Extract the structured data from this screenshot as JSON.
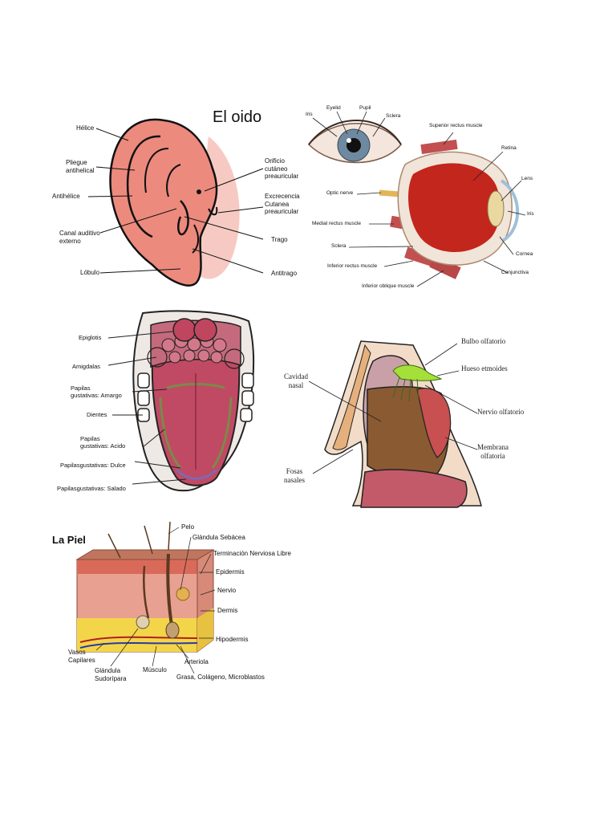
{
  "ear": {
    "title": "El oido",
    "labels": {
      "helice": "Hélice",
      "pliegue": "Pliegue\nantihelical",
      "antihelice": "Antihélice",
      "canal": "Canal auditivo\nexterno",
      "lobulo": "Lóbulo",
      "orificio": "Orificio\ncutáneo\npreauricular",
      "excrecencia": "Excrecencia\nCutanea\npreauricular",
      "trago": "Trago",
      "antitrago": "Antitrago"
    }
  },
  "eye": {
    "labels": {
      "iris_top": "Iris",
      "eyelid": "Eyelid",
      "pupil": "Pupil",
      "sclera_top": "Sclera",
      "superior_rectus": "Superior rectus muscle",
      "retina": "Retina",
      "lens": "Lens",
      "iris_right": "Iris",
      "optic_nerve": "Optic nerve",
      "medial_rectus": "Medial rectus muscle",
      "sclera": "Sclera",
      "cornea": "Cornea",
      "inferior_rectus": "Inferior rectus muscle",
      "conjunctiva": "Conjunctiva",
      "inferior_oblique": "Inferior oblique muscle"
    }
  },
  "tongue": {
    "labels": {
      "epiglotis": "Epiglotis",
      "amigdalas": "Amigdalas",
      "amargo": "Papilas\ngustativas: Amargo",
      "dientes": "Dientes",
      "acido": "Papilas\ngustativas: Acido",
      "dulce": "Papilasgustativas: Dulce",
      "salado": "Papilasgustativas: Salado"
    }
  },
  "nose": {
    "labels": {
      "cavidad": "Cavidad\nnasal",
      "bulbo": "Bulbo olfatorio",
      "hueso": "Hueso etmoides",
      "nervio": "Nervio olfatorio",
      "membrana": "Membrana\nolfatoria",
      "fosas": "Fosas\nnasales"
    }
  },
  "skin": {
    "title": "La Piel",
    "labels": {
      "pelo": "Pelo",
      "glandula_sebacea": "Glándula Sebácea",
      "terminacion": "Terminación Nerviosa Libre",
      "epidermis": "Epidermis",
      "nervio": "Nervio",
      "dermis": "Dermis",
      "hipodermis": "Hipodermis",
      "vasos": "Vasos\nCapilares",
      "sudoripara": "Glándula\nSudorípara",
      "musculo": "Músculo",
      "arteriola": "Arteriola",
      "grasa": "Grasa, Colágeno, Microblastos"
    }
  },
  "colors": {
    "ear_skin": "#ec8a7e",
    "eye_red": "#c2261c",
    "tongue": "#c04a64",
    "nose_brown": "#8a5a32",
    "olfactory_green": "#a5e03a",
    "skin_pink": "#e8a090",
    "skin_fat": "#f3d54a"
  }
}
